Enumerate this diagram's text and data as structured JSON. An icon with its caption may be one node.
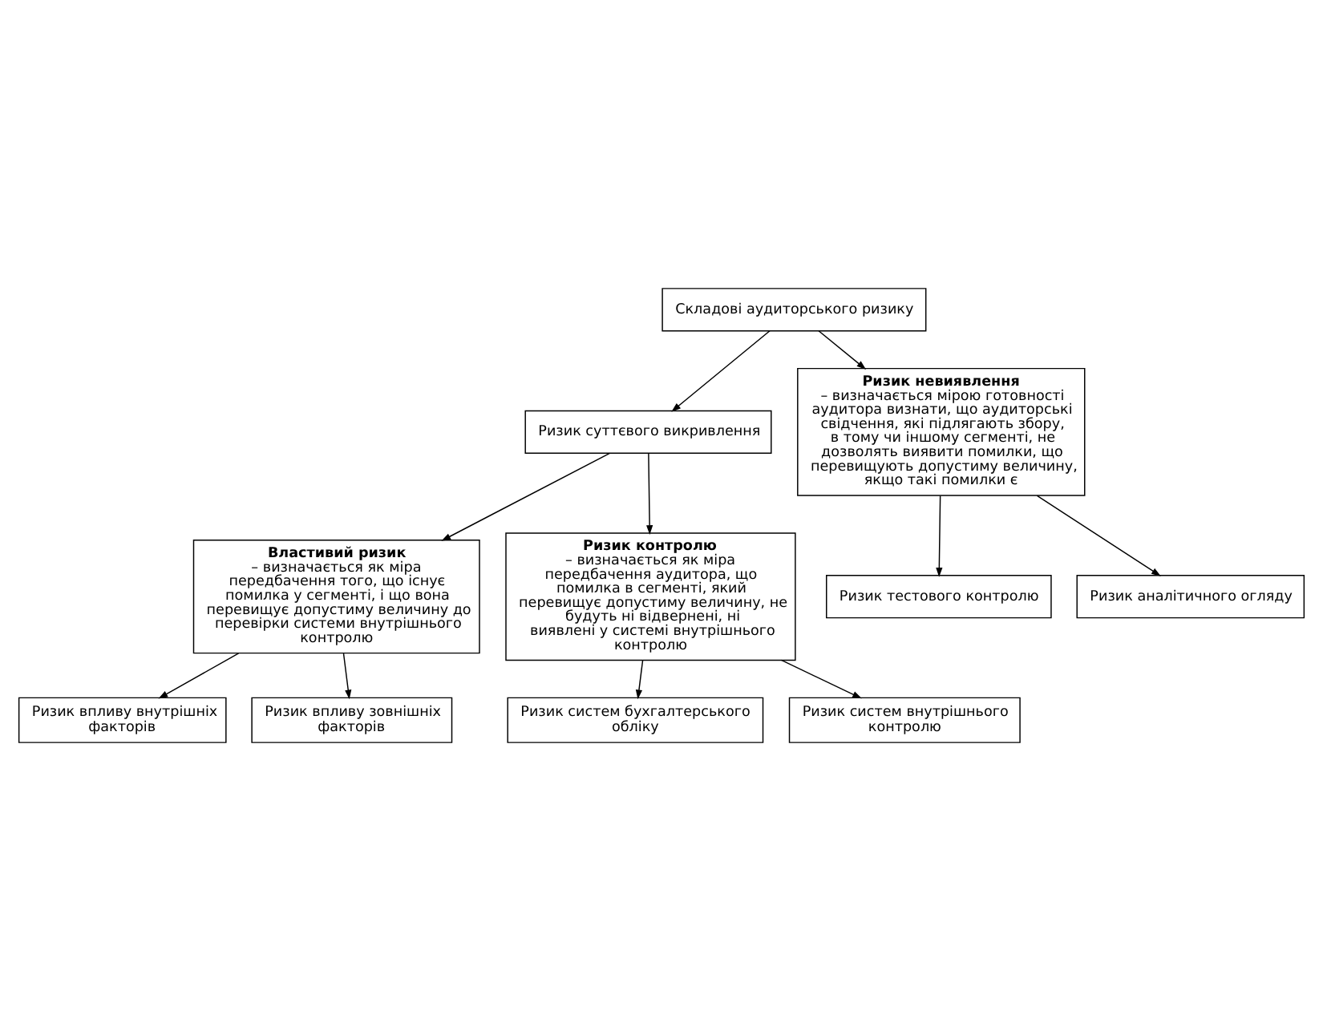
{
  "diagram": {
    "nodes": [
      {
        "text": [
          "Складові аудиторського ризику"
        ]
      },
      {
        "text": [
          "Ризик суттєвого викривлення"
        ]
      },
      {
        "text": [
          "Ризик невиявлення",
          "– визначається мірою готовності аудитора визнати, що аудиторські свідчення, які підлягають збору, в тому чи іншому сегменті, не дозволять виявити помилки, що перевищують допустиму величину, якщо такі помилки є"
        ]
      },
      {
        "text": [
          "Властивий ризик",
          "– визначається як міра передбачення того, що існує помилка у сегменті, і що вона перевищує допустиму величину до перевірки системи внутрішнього контролю"
        ]
      },
      {
        "text": [
          "Ризик контролю",
          "– визначається як міра передбачення аудитора, що помилка в сегменті, який перевищує допустиму величину, не будуть ні відвернені, ні виявлені у системі внутрішнього контролю"
        ]
      },
      {
        "text": [
          "Ризик впливу внутрішніх факторів"
        ]
      },
      {
        "text": [
          "Ризик впливу зовнішніх факторів"
        ]
      },
      {
        "text": [
          "Ризик систем бухгалтерського обліку"
        ]
      },
      {
        "text": [
          "Ризик систем внутрішнього контролю"
        ]
      },
      {
        "text": [
          "Ризик тестового контролю"
        ]
      },
      {
        "text": [
          "Ризик аналітичного огляду"
        ]
      }
    ],
    "edges": [
      {
        "from": 0,
        "to": 1,
        "arrow": "to"
      },
      {
        "from": 0,
        "to": 2,
        "arrow": "to"
      },
      {
        "from": 1,
        "to": 3,
        "arrow": "to"
      },
      {
        "from": 1,
        "to": 4,
        "arrow": "to"
      },
      {
        "from": 3,
        "to": 5,
        "arrow": "to"
      },
      {
        "from": 3,
        "to": 6,
        "arrow": "to"
      },
      {
        "from": 4,
        "to": 7,
        "arrow": "to"
      },
      {
        "from": 4,
        "to": 8,
        "arrow": "to"
      },
      {
        "from": 2,
        "to": 9,
        "arrow": "to"
      },
      {
        "from": 2,
        "to": 10,
        "arrow": "to"
      }
    ]
  }
}
